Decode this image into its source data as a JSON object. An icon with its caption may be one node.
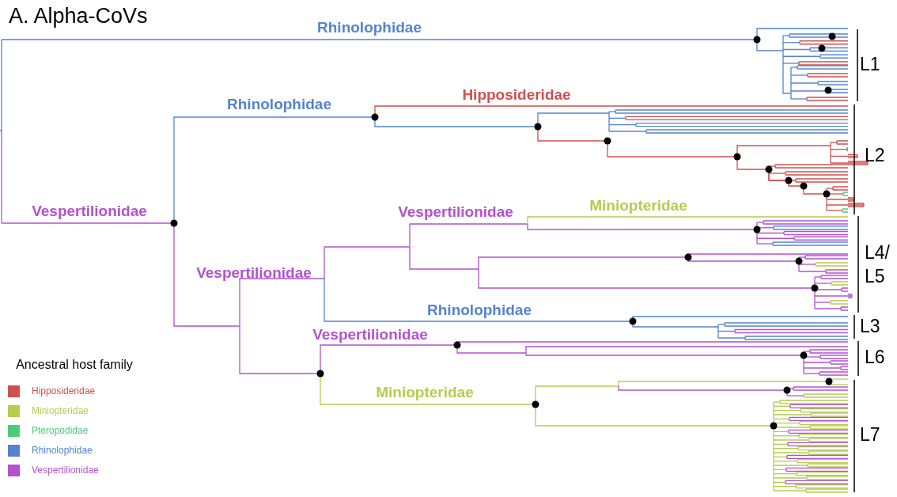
{
  "diagram": {
    "title": "A. Alpha-CoVs",
    "labels": [
      "Rhinolophidae",
      "Rhinolophidae",
      "Hipposideridae",
      "Vespertilionidae",
      "Vespertilionidae",
      "Miniopteridae",
      "Vespertilionidae",
      "Rhinolophidae",
      "Vespertilionidae",
      "Miniopteridae",
      "L1",
      "L2",
      "L4/ L5",
      "L3",
      "L6",
      "L7",
      "Ancestral host family"
    ],
    "legend": [
      {
        "text": "Hipposideridae",
        "color": "#d0504f"
      },
      {
        "text": "Miniopteridae",
        "color": "#b5cc4f"
      },
      {
        "text": "Pteropodidae",
        "color": "#4ccb7c"
      },
      {
        "text": "Rhinolophidae",
        "color": "#5484d0"
      },
      {
        "text": "Vespertilionidae",
        "color": "#b451cf"
      }
    ]
  }
}
